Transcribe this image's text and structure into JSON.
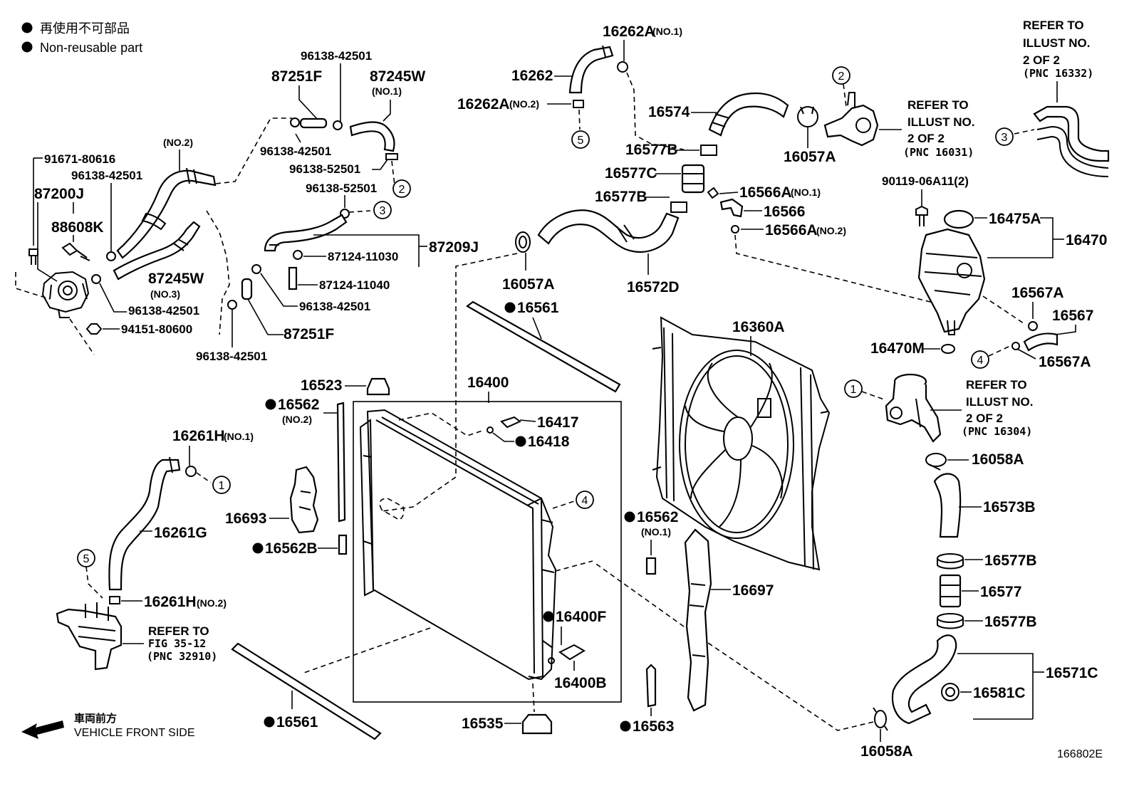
{
  "legend": {
    "line_jp": "再使用不可部品",
    "line_en": "Non-reusable part"
  },
  "front": {
    "jp": "車両前方",
    "en": "VEHICLE FRONT SIDE"
  },
  "diagram_id": "166802E",
  "labels": {
    "p91671_80616": "91671-80616",
    "p96138_42501_a": "96138-42501",
    "p87200J": "87200J",
    "p88608K": "88608K",
    "no2_top": "(NO.2)",
    "p96138_42501_top": "96138-42501",
    "p87251F_top": "87251F",
    "p87245W_top": "87245W",
    "no1_87245W": "(NO.1)",
    "p96138_42501_mid": "96138-42501",
    "p96138_52501_a": "96138-52501",
    "p96138_52501_b": "96138-52501",
    "p87245W_no3": "87245W",
    "no3": "(NO.3)",
    "p96138_42501_b": "96138-42501",
    "p94151_80600": "94151-80600",
    "p87209J": "87209J",
    "p87124_11030": "87124-11030",
    "p87124_11040": "87124-11040",
    "p96138_42501_c": "96138-42501",
    "p87251F_bot": "87251F",
    "p96138_42501_d": "96138-42501",
    "p16262A_no1": "16262A",
    "no1_16262A": "(NO.1)",
    "p16262": "16262",
    "p16262A_no2": "16262A",
    "no2_16262A": "(NO.2)",
    "p16574": "16574",
    "p16057A_top": "16057A",
    "p16577B_a": "16577B",
    "p16577C": "16577C",
    "p16577B_b": "16577B",
    "p16566A_no1": "16566A",
    "no1_16566A": "(NO.1)",
    "p16566": "16566",
    "p16566A_no2": "16566A",
    "no2_16566A": "(NO.2)",
    "p16057A_mid": "16057A",
    "p16572D": "16572D",
    "p16561_top": "16561",
    "p16523": "16523",
    "p16400": "16400",
    "p16562_no2": "16562",
    "no2_16562": "(NO.2)",
    "p16417": "16417",
    "p16418": "16418",
    "p16261H_no1": "16261H",
    "no1_16261H": "(NO.1)",
    "p16693": "16693",
    "p16261G": "16261G",
    "p16562B": "16562B",
    "p16261H_no2": "16261H",
    "no2_16261H": "(NO.2)",
    "p16400F": "16400F",
    "p16400B": "16400B",
    "p16535": "16535",
    "p16561_bot": "16561",
    "p16562_no1": "16562",
    "no1_16562": "(NO.1)",
    "p16563": "16563",
    "p16360A": "16360A",
    "p16697": "16697",
    "p90119": "90119-06A11(2)",
    "p16475A": "16475A",
    "p16470": "16470",
    "p16567A_a": "16567A",
    "p16567": "16567",
    "p16470M": "16470M",
    "p16567A_b": "16567A",
    "p16058A_top": "16058A",
    "p16573B": "16573B",
    "p16577B_c": "16577B",
    "p16577": "16577",
    "p16577B_d": "16577B",
    "p16571C": "16571C",
    "p16581C": "16581C",
    "p16058A_bot": "16058A"
  },
  "refs": {
    "r16332_l1": "REFER TO",
    "r16332_l2": "ILLUST NO.",
    "r16332_l3": "2 OF 2",
    "r16332_l4": "(PNC 16332)",
    "r16031_l1": "REFER TO",
    "r16031_l2": "ILLUST NO.",
    "r16031_l3": "2 OF 2",
    "r16031_l4": "(PNC 16031)",
    "r16304_l1": "REFER TO",
    "r16304_l2": "ILLUST NO.",
    "r16304_l3": "2 OF 2",
    "r16304_l4": "(PNC 16304)",
    "r32910_l1": "REFER TO",
    "r32910_l2": "FIG 35-12",
    "r32910_l3": "(PNC 32910)"
  },
  "callouts": {
    "c1": "1",
    "c2": "2",
    "c3": "3",
    "c4": "4",
    "c5": "5"
  }
}
